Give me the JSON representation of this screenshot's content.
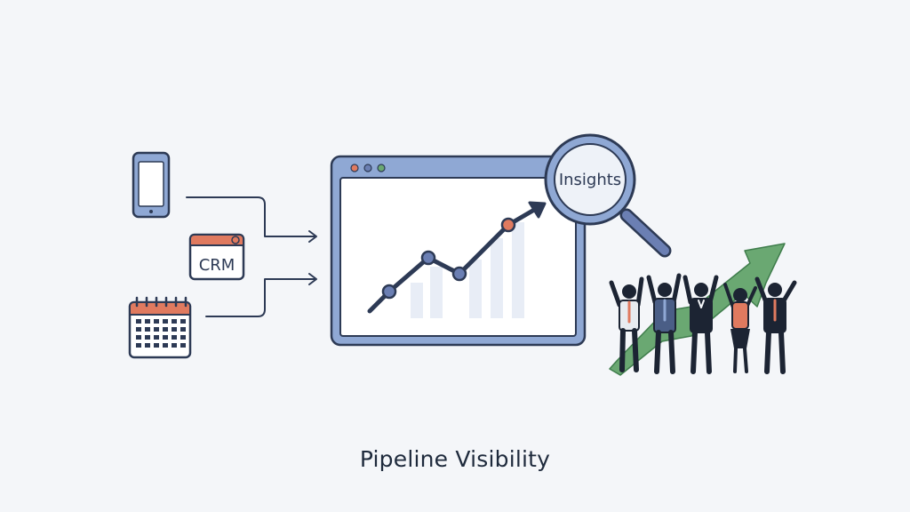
{
  "sources": {
    "phone": "phone-icon",
    "crm_label": "CRM",
    "calendar": "calendar-icon"
  },
  "dashboard": {
    "window_buttons": [
      "#e07a5f",
      "#6b7fb3",
      "#6aa872"
    ],
    "trend": "upward"
  },
  "magnifier": {
    "label": "Insights"
  },
  "team": {
    "people_count": 5,
    "icon": "celebrating-team-icon",
    "arrow": "growth-arrow-icon"
  },
  "caption": "Pipeline Visibility",
  "colors": {
    "outline": "#2d3a55",
    "frame_blue": "#8fa8d4",
    "accent_orange": "#e07a5f",
    "growth_green": "#6aa872",
    "background": "#f4f6f9"
  }
}
